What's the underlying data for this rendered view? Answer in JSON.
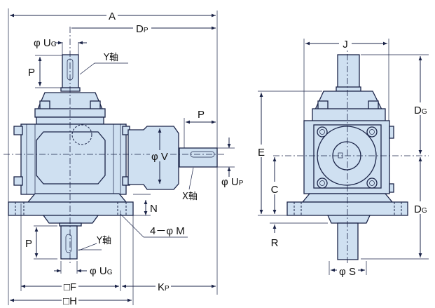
{
  "colors": {
    "body": "#cfe0f1",
    "line": "#1b2448"
  },
  "front_view": {
    "dim_A": "A",
    "dim_Dp": {
      "main": "D",
      "sub": "P"
    },
    "dim_Ug_top": {
      "main": "φ U",
      "sub": "G"
    },
    "y_axis_top": "Y軸",
    "dim_P_top": "P",
    "dim_P_right": "P",
    "dim_V": "φ V",
    "dim_Up": {
      "main": "φ U",
      "sub": "P"
    },
    "x_axis": "X軸",
    "dim_N": "N",
    "dim_M": "4－φ M",
    "y_axis_bottom": "Y軸",
    "dim_P_bottom": "P",
    "dim_Ug_bottom": {
      "main": "φ U",
      "sub": "G"
    },
    "dim_F": "□F",
    "dim_Kp": {
      "main": "K",
      "sub": "P"
    },
    "dim_H": "□H"
  },
  "side_view": {
    "dim_J": "J",
    "dim_Dg_top": {
      "main": "D",
      "sub": "G"
    },
    "dim_Dg_bottom": {
      "main": "D",
      "sub": "G"
    },
    "dim_E": "E",
    "dim_C": "C",
    "dim_R": "R",
    "dim_S": "φ S"
  }
}
